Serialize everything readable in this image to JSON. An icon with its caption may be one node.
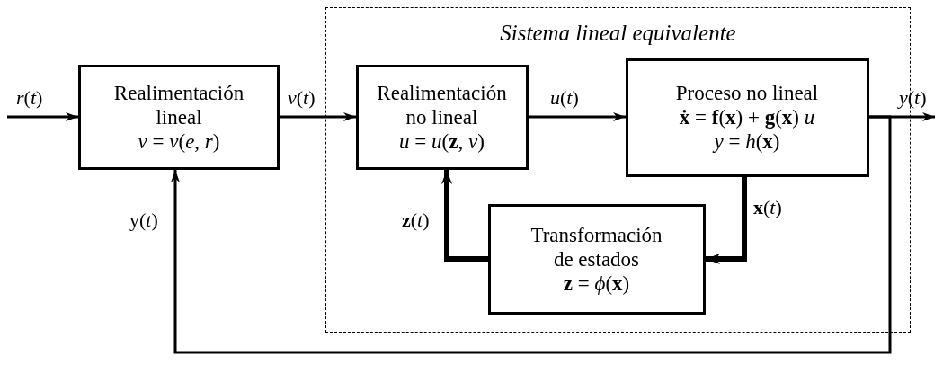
{
  "diagram": {
    "nodes": [
      {
        "text": [
          "Sistema lineal equivalente"
        ]
      },
      {
        "text": [
          "Realimentación lineal",
          "*v* = *v*(*e*, *r*)"
        ]
      },
      {
        "text": [
          "Realimentación no lineal",
          "*u* = *u*(**z**, *v*)"
        ],
        "in": 0
      },
      {
        "text": [
          "Proceso no lineal",
          "**ẋ** = **f**(**x**) + **g**(**x**) *u*",
          "*y* = *h*(**x**)"
        ],
        "in": 0
      },
      {
        "text": [
          "Transformación de estados",
          "**z** = *ϕ*(**x**)"
        ],
        "in": 0
      }
    ],
    "edges": [
      {
        "from": null,
        "to": 1,
        "arrow": "to",
        "label": "*r*(*t*)"
      },
      {
        "from": 1,
        "to": 2,
        "arrow": "to",
        "label": "*v*(*t*)"
      },
      {
        "from": 2,
        "to": 3,
        "arrow": "to",
        "label": "*u*(*t*)"
      },
      {
        "from": 3,
        "to": null,
        "arrow": "to",
        "label": "*y*(*t*)"
      },
      {
        "from": 3,
        "to": 1,
        "arrow": "to",
        "label": "y(*t*)"
      },
      {
        "from": 3,
        "to": 4,
        "arrow": "to",
        "style": "thick",
        "label": "**x**(*t*)"
      },
      {
        "from": 4,
        "to": 2,
        "arrow": "to",
        "style": "thick",
        "label": "**z**(*t*)"
      }
    ]
  }
}
